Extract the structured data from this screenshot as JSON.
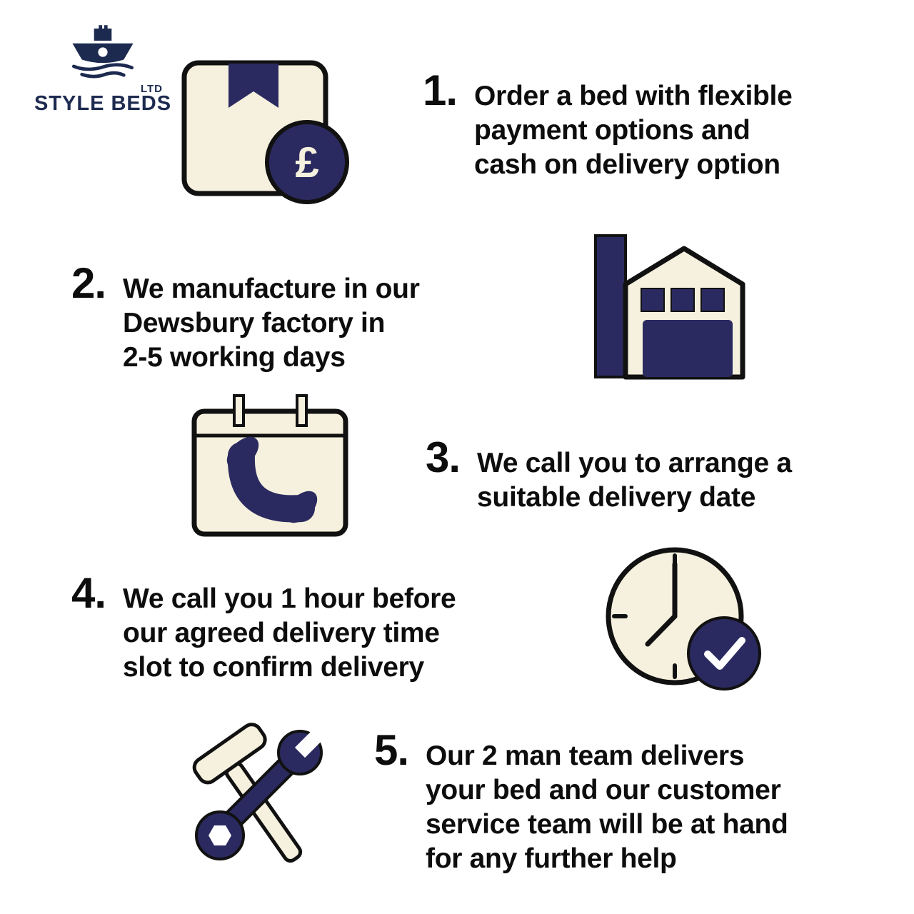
{
  "logo": {
    "name": "STYLE BEDS",
    "suffix": "LTD"
  },
  "steps": [
    {
      "number": "1.",
      "icon": "package-pound",
      "text": "Order a bed with flexible\npayment options and\ncash on delivery option"
    },
    {
      "number": "2.",
      "icon": "factory",
      "text": "We manufacture in our\nDewsbury factory in\n2-5 working days"
    },
    {
      "number": "3.",
      "icon": "calendar-phone",
      "text": "We call you to arrange a\nsuitable delivery date"
    },
    {
      "number": "4.",
      "icon": "clock-check",
      "text": "We call you 1 hour before\nour agreed delivery time\nslot to confirm delivery"
    },
    {
      "number": "5.",
      "icon": "tools",
      "text": "Our 2 man team delivers\nyour bed and our customer\nservice team will be at hand\nfor any further help"
    }
  ],
  "icons": {
    "pound_symbol": "£"
  },
  "colors": {
    "navy": "#2b2a60",
    "cream": "#f6f1de",
    "outline": "#111111",
    "text": "#0d0d0d",
    "background": "#ffffff",
    "logo_navy": "#1d2a50"
  }
}
